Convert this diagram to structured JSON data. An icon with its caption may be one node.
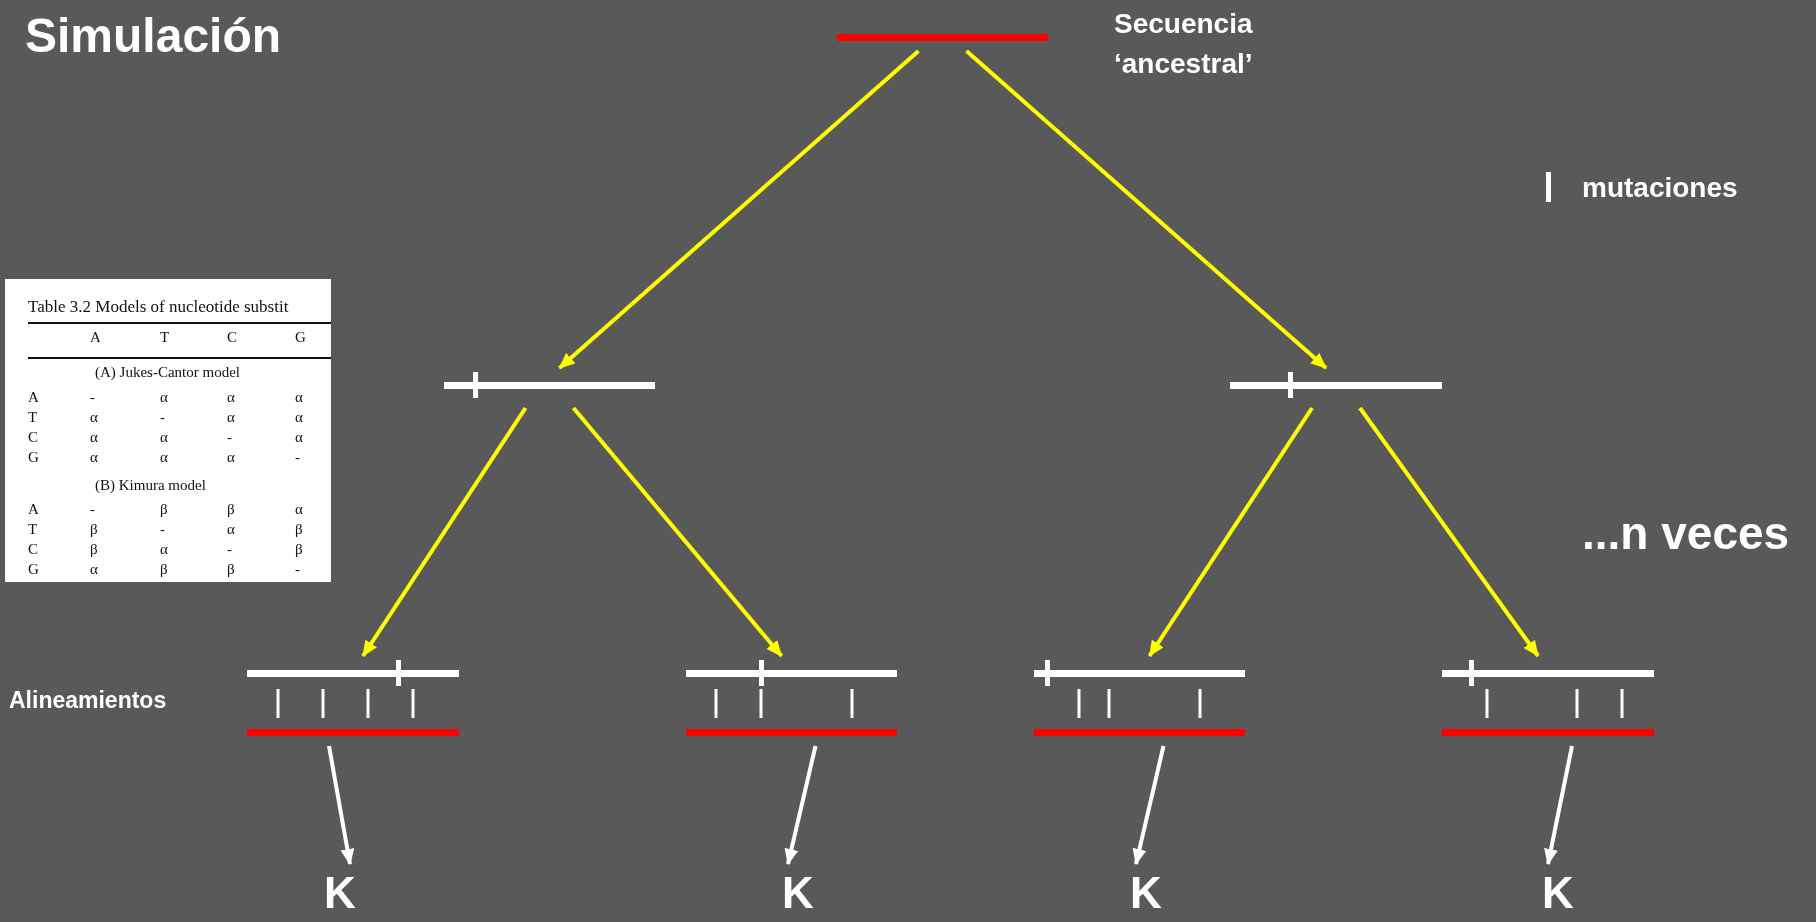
{
  "diagram": {
    "title": "Simulación",
    "nodes": [
      {
        "text": [],
        "shape": "bar",
        "beside": [
          "Secuencia ‘ancestral’"
        ]
      },
      {
        "text": [],
        "shape": "bar"
      },
      {
        "text": [],
        "shape": "bar"
      },
      {
        "text": [],
        "shape": "bar"
      },
      {
        "text": [],
        "shape": "bar"
      },
      {
        "text": [],
        "shape": "bar"
      },
      {
        "text": [],
        "shape": "bar"
      },
      {
        "text": [],
        "shape": "bar"
      },
      {
        "text": [],
        "shape": "bar"
      },
      {
        "text": [],
        "shape": "bar"
      },
      {
        "text": [],
        "shape": "bar"
      },
      {
        "text": [
          "K"
        ]
      },
      {
        "text": [
          "K"
        ]
      },
      {
        "text": [
          "K"
        ]
      },
      {
        "text": [
          "K"
        ]
      }
    ],
    "edges": [
      {
        "from": 0,
        "to": 1,
        "arrow": "to"
      },
      {
        "from": 0,
        "to": 2,
        "arrow": "to"
      },
      {
        "from": 1,
        "to": 3,
        "arrow": "to"
      },
      {
        "from": 1,
        "to": 4,
        "arrow": "to"
      },
      {
        "from": 2,
        "to": 5,
        "arrow": "to"
      },
      {
        "from": 2,
        "to": 6,
        "arrow": "to"
      },
      {
        "from": 7,
        "to": 11,
        "arrow": "to",
        "color": "#ffffff"
      },
      {
        "from": 8,
        "to": 12,
        "arrow": "to",
        "color": "#ffffff"
      },
      {
        "from": 9,
        "to": 13,
        "arrow": "to",
        "color": "#ffffff"
      },
      {
        "from": 10,
        "to": 14,
        "arrow": "to",
        "color": "#ffffff"
      }
    ],
    "labels": [
      "...n veces",
      "Alineamientos",
      "Table 3.2 Models of nucleotide substit",
      "A",
      "T",
      "C",
      "G",
      "(A) Jukes-Cantor model",
      "A",
      "-",
      "α",
      "α",
      "α",
      "T",
      "α",
      "-",
      "α",
      "α",
      "C",
      "α",
      "α",
      "-",
      "α",
      "G",
      "α",
      "α",
      "α",
      "-",
      "(B) Kimura model",
      "A",
      "-",
      "β",
      "β",
      "α",
      "T",
      "β",
      "-",
      "α",
      "β",
      "C",
      "β",
      "α",
      "-",
      "β",
      "G",
      "α",
      "β",
      "β",
      "-"
    ],
    "legend": [
      {
        "text": "mutaciones"
      }
    ]
  }
}
